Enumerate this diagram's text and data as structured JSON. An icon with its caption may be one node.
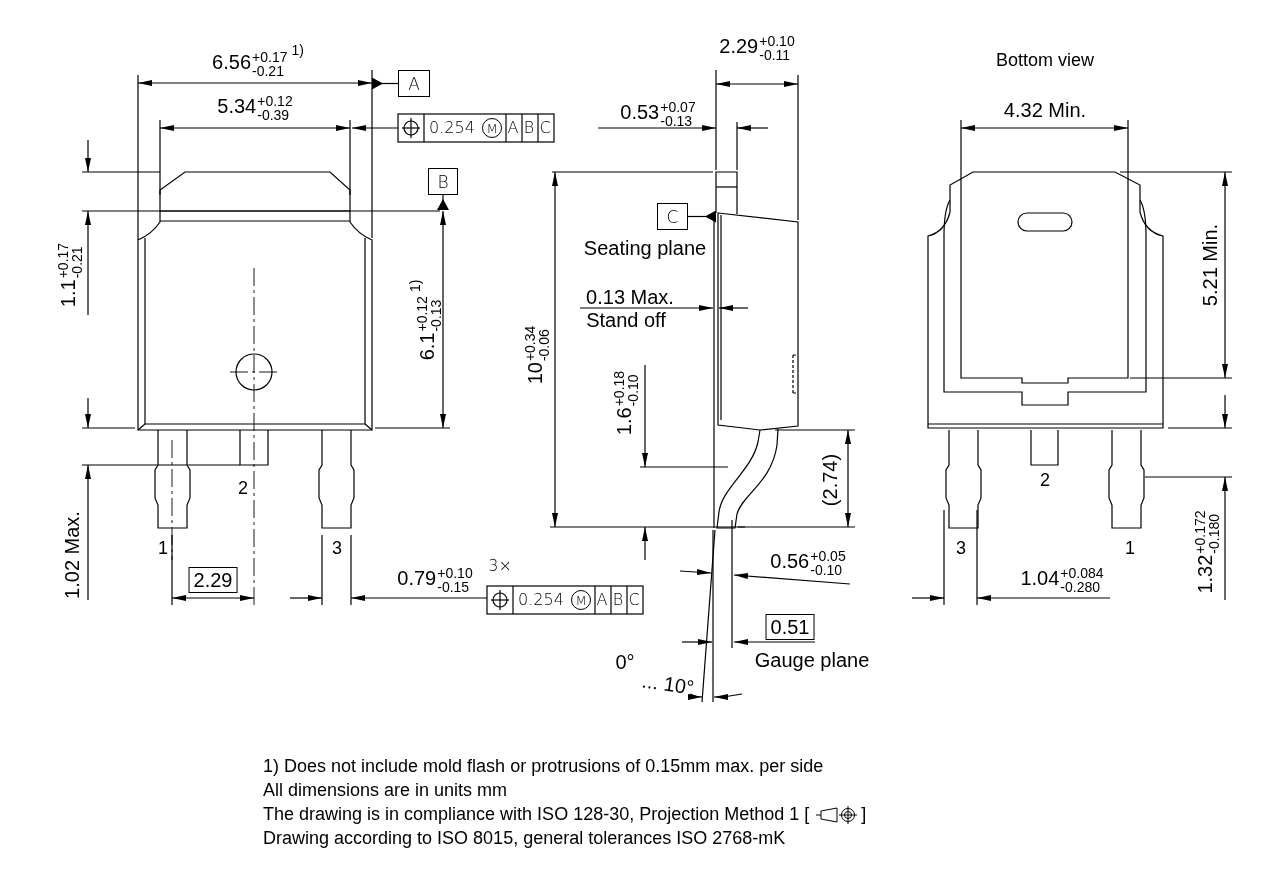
{
  "diagram": {
    "nodes": [
      {
        "text": [
          "A"
        ]
      },
      {
        "text": [
          "B"
        ]
      },
      {
        "text": [
          "C"
        ]
      }
    ],
    "edges": [
      {
        "from": 0,
        "to": null,
        "arrow": "other"
      },
      {
        "from": 1,
        "to": null,
        "arrow": "other"
      },
      {
        "from": 2,
        "to": null,
        "arrow": "other"
      }
    ],
    "labels": [
      "6.56$^{+0.17}$$_{-0.21}$$^{1)}$",
      "5.34$^{+0.12}$$_{-0.39}$",
      "0.254",
      "M",
      "A",
      "B",
      "C",
      "2.29$^{+0.10}$$_{-0.11}$",
      "Bottom view",
      "0.53$^{+0.07}$$_{-0.13}$",
      "4.32 Min.",
      "1.1$^{+0.17}$$_{-0.21}$",
      "6.1$^{+0.12}$$_{-0.13}$$^{1)}$",
      "Seating plane",
      "0.13 Max.",
      "Stand off",
      "10$^{+0.34}$$_{-0.06}$",
      "5.21 Min.",
      "1.6$^{+0.18}$$_{-0.10}$",
      "2",
      "2",
      "(2.74)",
      "1.02 Max.",
      "1",
      "3",
      "3",
      "1",
      "2.29",
      "0.79$^{+0.10}$$_{-0.15}$",
      "3×",
      "0.254",
      "M",
      "A",
      "B",
      "C",
      "0.56$^{+0.05}$$_{-0.10}$",
      "1.04$^{+0.084}$$_{-0.280}$",
      "1.32$^{+0.172}$$_{-0.180}$",
      "0.51",
      "0°",
      "Gauge plane",
      "... 10°",
      "1) Does not include mold flash or protrusions of 0.15mm max. per side",
      "All dimensions are in units mm",
      "The drawing is in compliance with ISO 128-30, Projection Method 1 [",
      "]",
      "Drawing according to ISO 8015, general tolerances ISO 2768-mK"
    ]
  }
}
